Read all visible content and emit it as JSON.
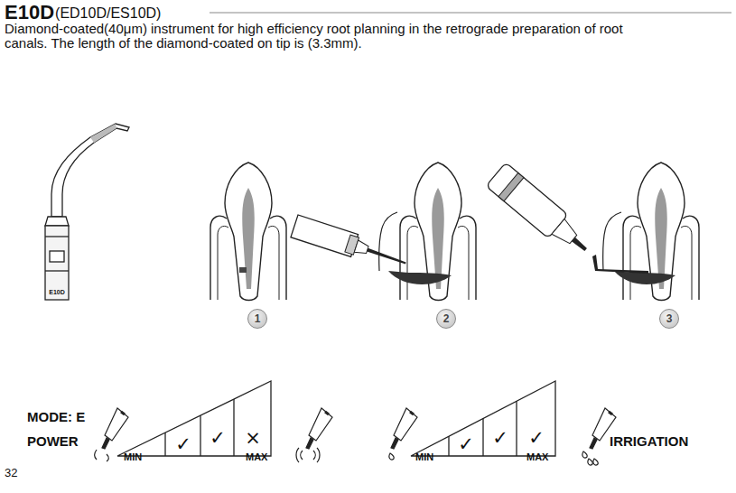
{
  "diagram": {
    "title": "E10D",
    "nodes": [
      {
        "text": [
          "1"
        ]
      },
      {
        "text": [
          "2"
        ]
      },
      {
        "text": [
          "3"
        ]
      }
    ],
    "labels": [
      "(ED10D/ES10D)",
      "Diamond-coated(40μm) instrument for high efficiency root planning in the retrograde preparation of root canals. The length of the diamond-coated on tip is (3.3mm).",
      "E10D",
      "MODE: E",
      "POWER",
      "✓",
      "✓",
      "×",
      "MIN",
      "MAX",
      "✓",
      "✓",
      "✓",
      "MIN",
      "MAX",
      "IRRIGATION",
      "32"
    ]
  }
}
